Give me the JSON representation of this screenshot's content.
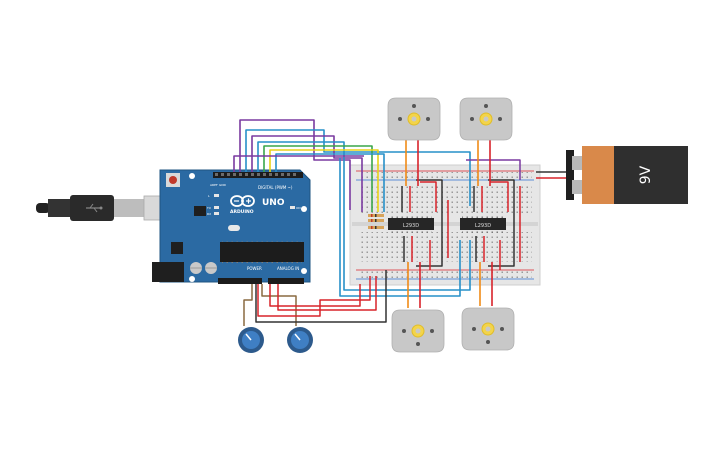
{
  "arduino": {
    "brand": "ARDUINO",
    "model": "UNO",
    "digital_label": "DIGITAL (PWM ~)",
    "power_label": "POWER",
    "analog_label": "ANALOG IN",
    "aref_label": "AREF",
    "gnd_label": "GND",
    "tx_label": "TX",
    "rx_label": "RX",
    "l_label": "L",
    "on_label": "ON"
  },
  "driver_chip_1": {
    "label": "L293D"
  },
  "driver_chip_2": {
    "label": "L293D"
  },
  "battery": {
    "label": "9V"
  },
  "colors": {
    "board_blue": "#2b6aa3",
    "breadboard": "#e6e6e6",
    "battery_body": "#2f2f2f",
    "battery_band": "#d9894a",
    "motor_body": "#c8c8c8",
    "motor_shaft": "#f3d44a",
    "pot_knob": "#3f7fc4",
    "wire_red": "#d8232a",
    "wire_black": "#333333",
    "wire_orange": "#f08a16",
    "wire_purple": "#7a3aa0",
    "wire_blue": "#2790c8",
    "wire_yellow": "#e8d318",
    "wire_green": "#3aa64a",
    "wire_brown": "#8a6a40"
  }
}
